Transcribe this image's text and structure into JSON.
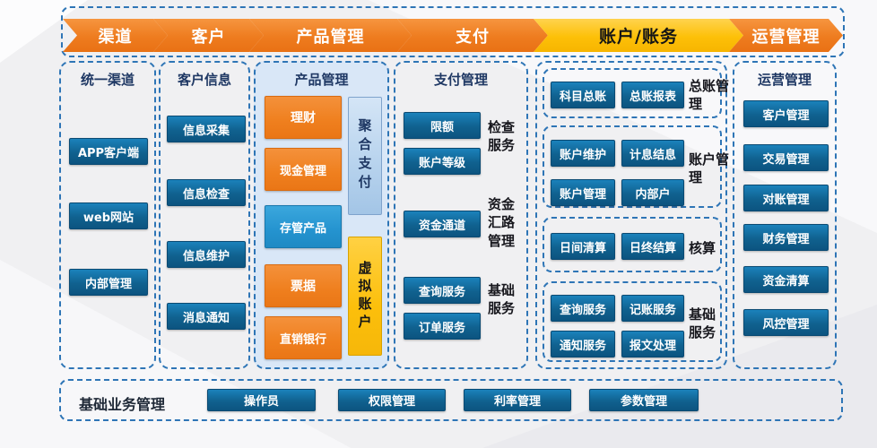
{
  "flow": {
    "steps": [
      {
        "label": "渠道"
      },
      {
        "label": "客户"
      },
      {
        "label": "产品管理"
      },
      {
        "label": "支付"
      },
      {
        "label": "账户/账务"
      },
      {
        "label": "运营管理"
      }
    ]
  },
  "unified_channel": {
    "title": "统一渠道",
    "boxes": [
      "APP客户端",
      "web网站",
      "内部管理"
    ]
  },
  "customer_info": {
    "title": "客户信息",
    "boxes": [
      "信息采集",
      "信息检查",
      "信息维护",
      "消息通知"
    ]
  },
  "product_mgmt": {
    "title": "产品管理",
    "boxes": [
      "理财",
      "现金管理",
      "存管产品",
      "票据",
      "直销银行"
    ],
    "side_boxes": [
      "聚合支付",
      "虚拟账户"
    ]
  },
  "payment_mgmt": {
    "title": "支付管理",
    "boxes": [
      "限额",
      "账户等级",
      "资金通道",
      "查询服务",
      "订单服务"
    ],
    "labels": [
      "检查服务",
      "资金汇路管理",
      "基础服务"
    ]
  },
  "account_mgmt": {
    "groups": [
      {
        "label": "总账管理",
        "boxes": [
          "科目总账",
          "总账报表"
        ]
      },
      {
        "label": "账户管理",
        "boxes": [
          "账户维护",
          "计息结息",
          "账户管理",
          "内部户"
        ]
      },
      {
        "label": "核算",
        "boxes": [
          "日间清算",
          "日终结算"
        ]
      },
      {
        "label": "基础服务",
        "boxes": [
          "查询服务",
          "记账服务",
          "通知服务",
          "报文处理"
        ]
      }
    ]
  },
  "operations": {
    "title": "运营管理",
    "boxes": [
      "客户管理",
      "交易管理",
      "对账管理",
      "财务管理",
      "资金清算",
      "风控管理"
    ]
  },
  "base_business": {
    "title": "基础业务管理",
    "boxes": [
      "操作员",
      "权限管理",
      "利率管理",
      "参数管理"
    ]
  },
  "colors": {
    "dashed_border": "#2E75B6",
    "arrow_orange": "#EE7C1F",
    "arrow_gold": "#FFC008",
    "chip_blue": "#10618F",
    "chip_orange": "#EF7F1E",
    "chip_sky": "#2493CF",
    "vbox_lightblue": "#B6D2ED",
    "vbox_gold": "#FCBF0B",
    "title_navy": "#1F3864"
  }
}
